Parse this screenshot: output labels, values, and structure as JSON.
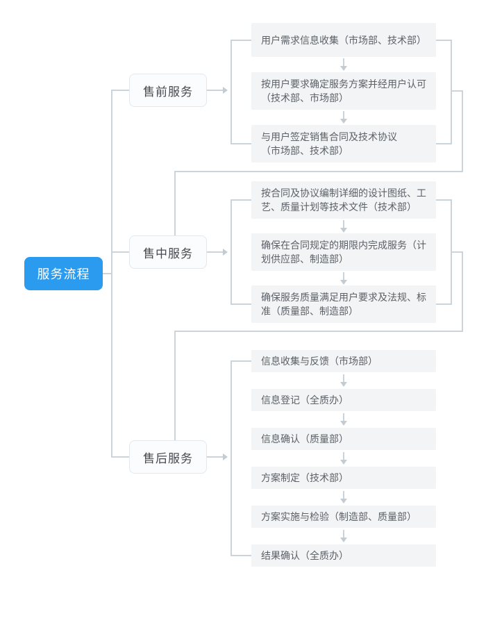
{
  "root": {
    "label": "服务流程"
  },
  "stages": [
    {
      "label": "售前服务",
      "steps": [
        "用户需求信息收集（市场部、技术部）",
        "按用户要求确定服务方案并经用户认可\n（技术部、市场部）",
        "与用户签定销售合同及技术协议\n（市场部、技术部）"
      ]
    },
    {
      "label": "售中服务",
      "steps": [
        "按合同及协议编制详细的设计图纸、工\n艺、质量计划等技术文件（技术部）",
        "确保在合同规定的期限内完成服务（计\n划供应部、制造部）",
        "确保服务质量满足用户要求及法规、标\n准（质量部、制造部）"
      ]
    },
    {
      "label": "售后服务",
      "steps": [
        "信息收集与反馈（市场部）",
        "信息登记（全质办）",
        "信息确认（质量部）",
        "方案制定（技术部）",
        "方案实施与检验（制造部、质量部）",
        "结果确认（全质办）"
      ]
    }
  ],
  "colors": {
    "accent": "#2b9bf0",
    "connector": "#ccd4db",
    "arrowhead": "#c3cbd3",
    "step_bg": "#f3f4f6",
    "stage_bg": "#fafcfd",
    "stage_border": "#e2e8ee"
  }
}
